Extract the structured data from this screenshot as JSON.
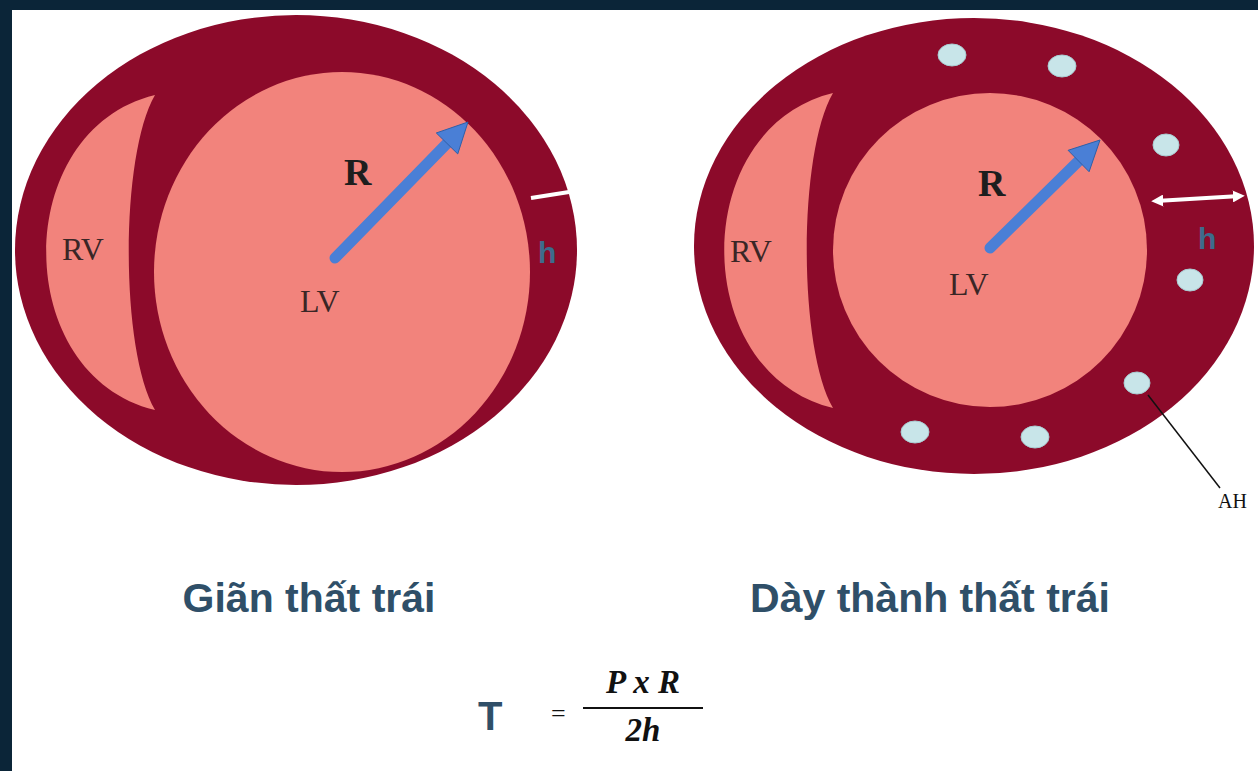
{
  "diagram": {
    "nodes": [
      {
        "text": [
          "RV"
        ]
      },
      {
        "text": [
          "R",
          "LV"
        ]
      },
      {
        "text": [
          "RV"
        ]
      },
      {
        "text": [
          "R",
          "LV"
        ]
      }
    ],
    "labels": [
      "h",
      "h",
      "AH",
      "Giãn thất trái",
      "Dày thành thất trái",
      "T",
      "=",
      "P x R",
      "2h"
    ]
  }
}
